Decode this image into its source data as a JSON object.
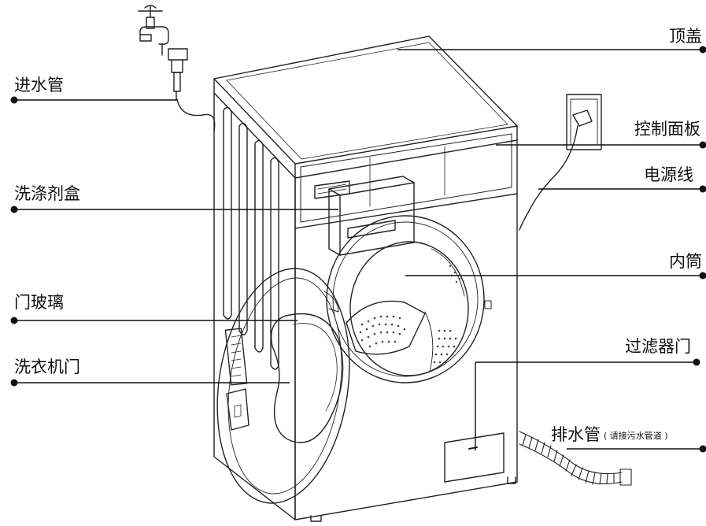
{
  "labels": {
    "top_cover": "顶盖",
    "inlet_hose": "进水管",
    "control_panel": "控制面板",
    "power_cord": "电源线",
    "detergent_box": "洗涤剂盒",
    "inner_drum": "内筒",
    "door_glass": "门玻璃",
    "washer_door": "洗衣机门",
    "filter_door": "过滤器门",
    "drain_hose": "排水管",
    "drain_hose_note": "( 请接污水管道 )"
  },
  "colors": {
    "line": "#111111",
    "background": "#ffffff"
  }
}
